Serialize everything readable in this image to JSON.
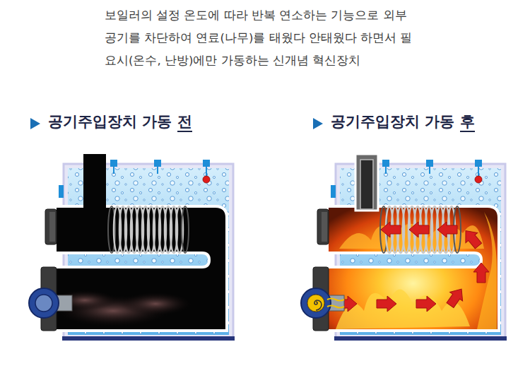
{
  "diagram": {
    "title": "보일러의 설정 온도에 따라 반복 연소하는 기능으로 외부공기를 차단하여 연료(나무)를 태웠다 안태웠다 하면서 필요시(온수, 난방)에만 가동하는 신개념 혁신장치",
    "nodes": [
      {
        "text": [
          "공기주입장치 가동 전"
        ]
      },
      {
        "text": [
          "공기주입장치 가동 후"
        ]
      }
    ]
  }
}
